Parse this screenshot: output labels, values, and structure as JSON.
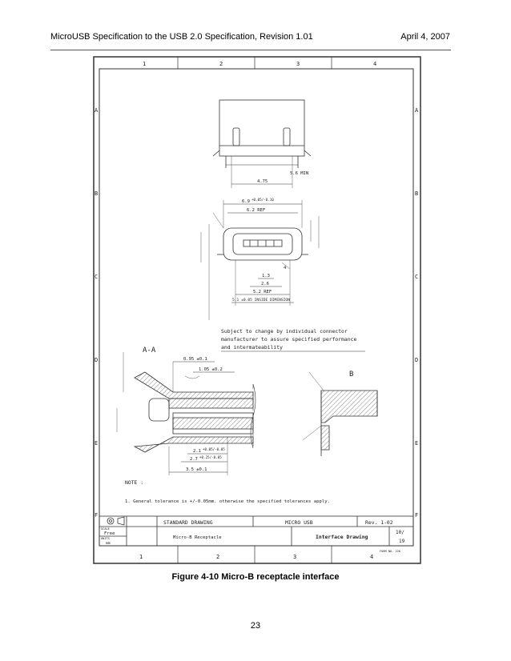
{
  "header": {
    "title": "MicroUSB Specification to the USB 2.0 Specification, Revision 1.01",
    "date": "April 4, 2007"
  },
  "drawing": {
    "col_labels": [
      "1",
      "2",
      "3",
      "4"
    ],
    "row_labels": [
      "A",
      "B",
      "C",
      "D",
      "E",
      "F"
    ],
    "dims": {
      "d_5_6min": "5.6 MIN",
      "d_4_75": "4.75",
      "d_6_9": "6.9",
      "d_6_9_tol": "+0.05/-0.10",
      "d_6_2ref": "6.2 REF",
      "d_1_3": "1.3",
      "d_2_6": "2.6",
      "d_5_2ref": "5.2 REF",
      "d_5_range": "5.1 ±0.05 INSIDE DIMENSION",
      "d_4": "4",
      "d_0_95": "0.95 ±0.1",
      "d_1_05": "1.05 ±0.2",
      "d_2_1": "2.1",
      "d_2_1_tol": "+0.05/-0.05",
      "d_2_7": "2.7",
      "d_2_7_tol": "+0.25/-0.05",
      "d_3_5": "3.5 ±0.1"
    },
    "section_aa": "A-A",
    "detail_b": "B",
    "notice": [
      "Subject to change by individual connector",
      "manufacturer to assure specified performance",
      "and intermateability"
    ],
    "note_label": "NOTE :",
    "note_1": "1. General tolerance is +/-0.05mm. otherwise the  specified tolerances apply.",
    "title_block": {
      "standard": "STANDARD DRAWING",
      "product": "MICRO USB",
      "rev": "Rev. 1-02",
      "scale_label": "SCALE",
      "scale_value": "Free",
      "units_label": "UNITS",
      "units_value": "mm",
      "part": "Micro-B Receptacle",
      "doc_type": "Interface Drawing",
      "sheet_num": "10/",
      "sheet_total": "19",
      "form_no": "FORM NO. 226"
    }
  },
  "caption": "Figure 4-10  Micro-B receptacle interface",
  "page_number": "23"
}
